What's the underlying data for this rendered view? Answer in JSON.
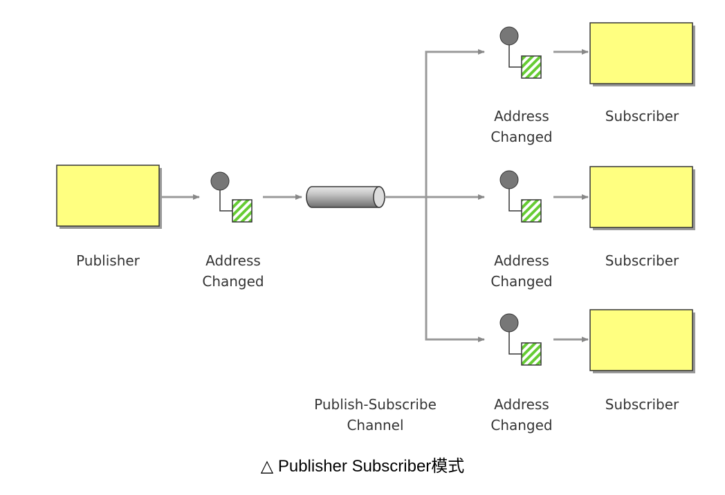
{
  "publisher": {
    "label": "Publisher"
  },
  "message": {
    "line1": "Address",
    "line2": "Changed"
  },
  "channel": {
    "line1": "Publish-Subscribe",
    "line2": "Channel"
  },
  "subscribers": [
    {
      "label": "Subscriber",
      "message_line1": "Address",
      "message_line2": "Changed"
    },
    {
      "label": "Subscriber",
      "message_line1": "Address",
      "message_line2": "Changed"
    },
    {
      "label": "Subscriber",
      "message_line1": "Address",
      "message_line2": "Changed"
    }
  ],
  "caption": "△ Publisher Subscriber模式",
  "colors": {
    "box_fill": "#ffff80",
    "box_stroke": "#333333",
    "box_shadow": "#999999",
    "connector": "#999999",
    "circle_fill": "#777777",
    "hatch_green": "#80e040",
    "pipe_fill": "#aaaaaa"
  }
}
